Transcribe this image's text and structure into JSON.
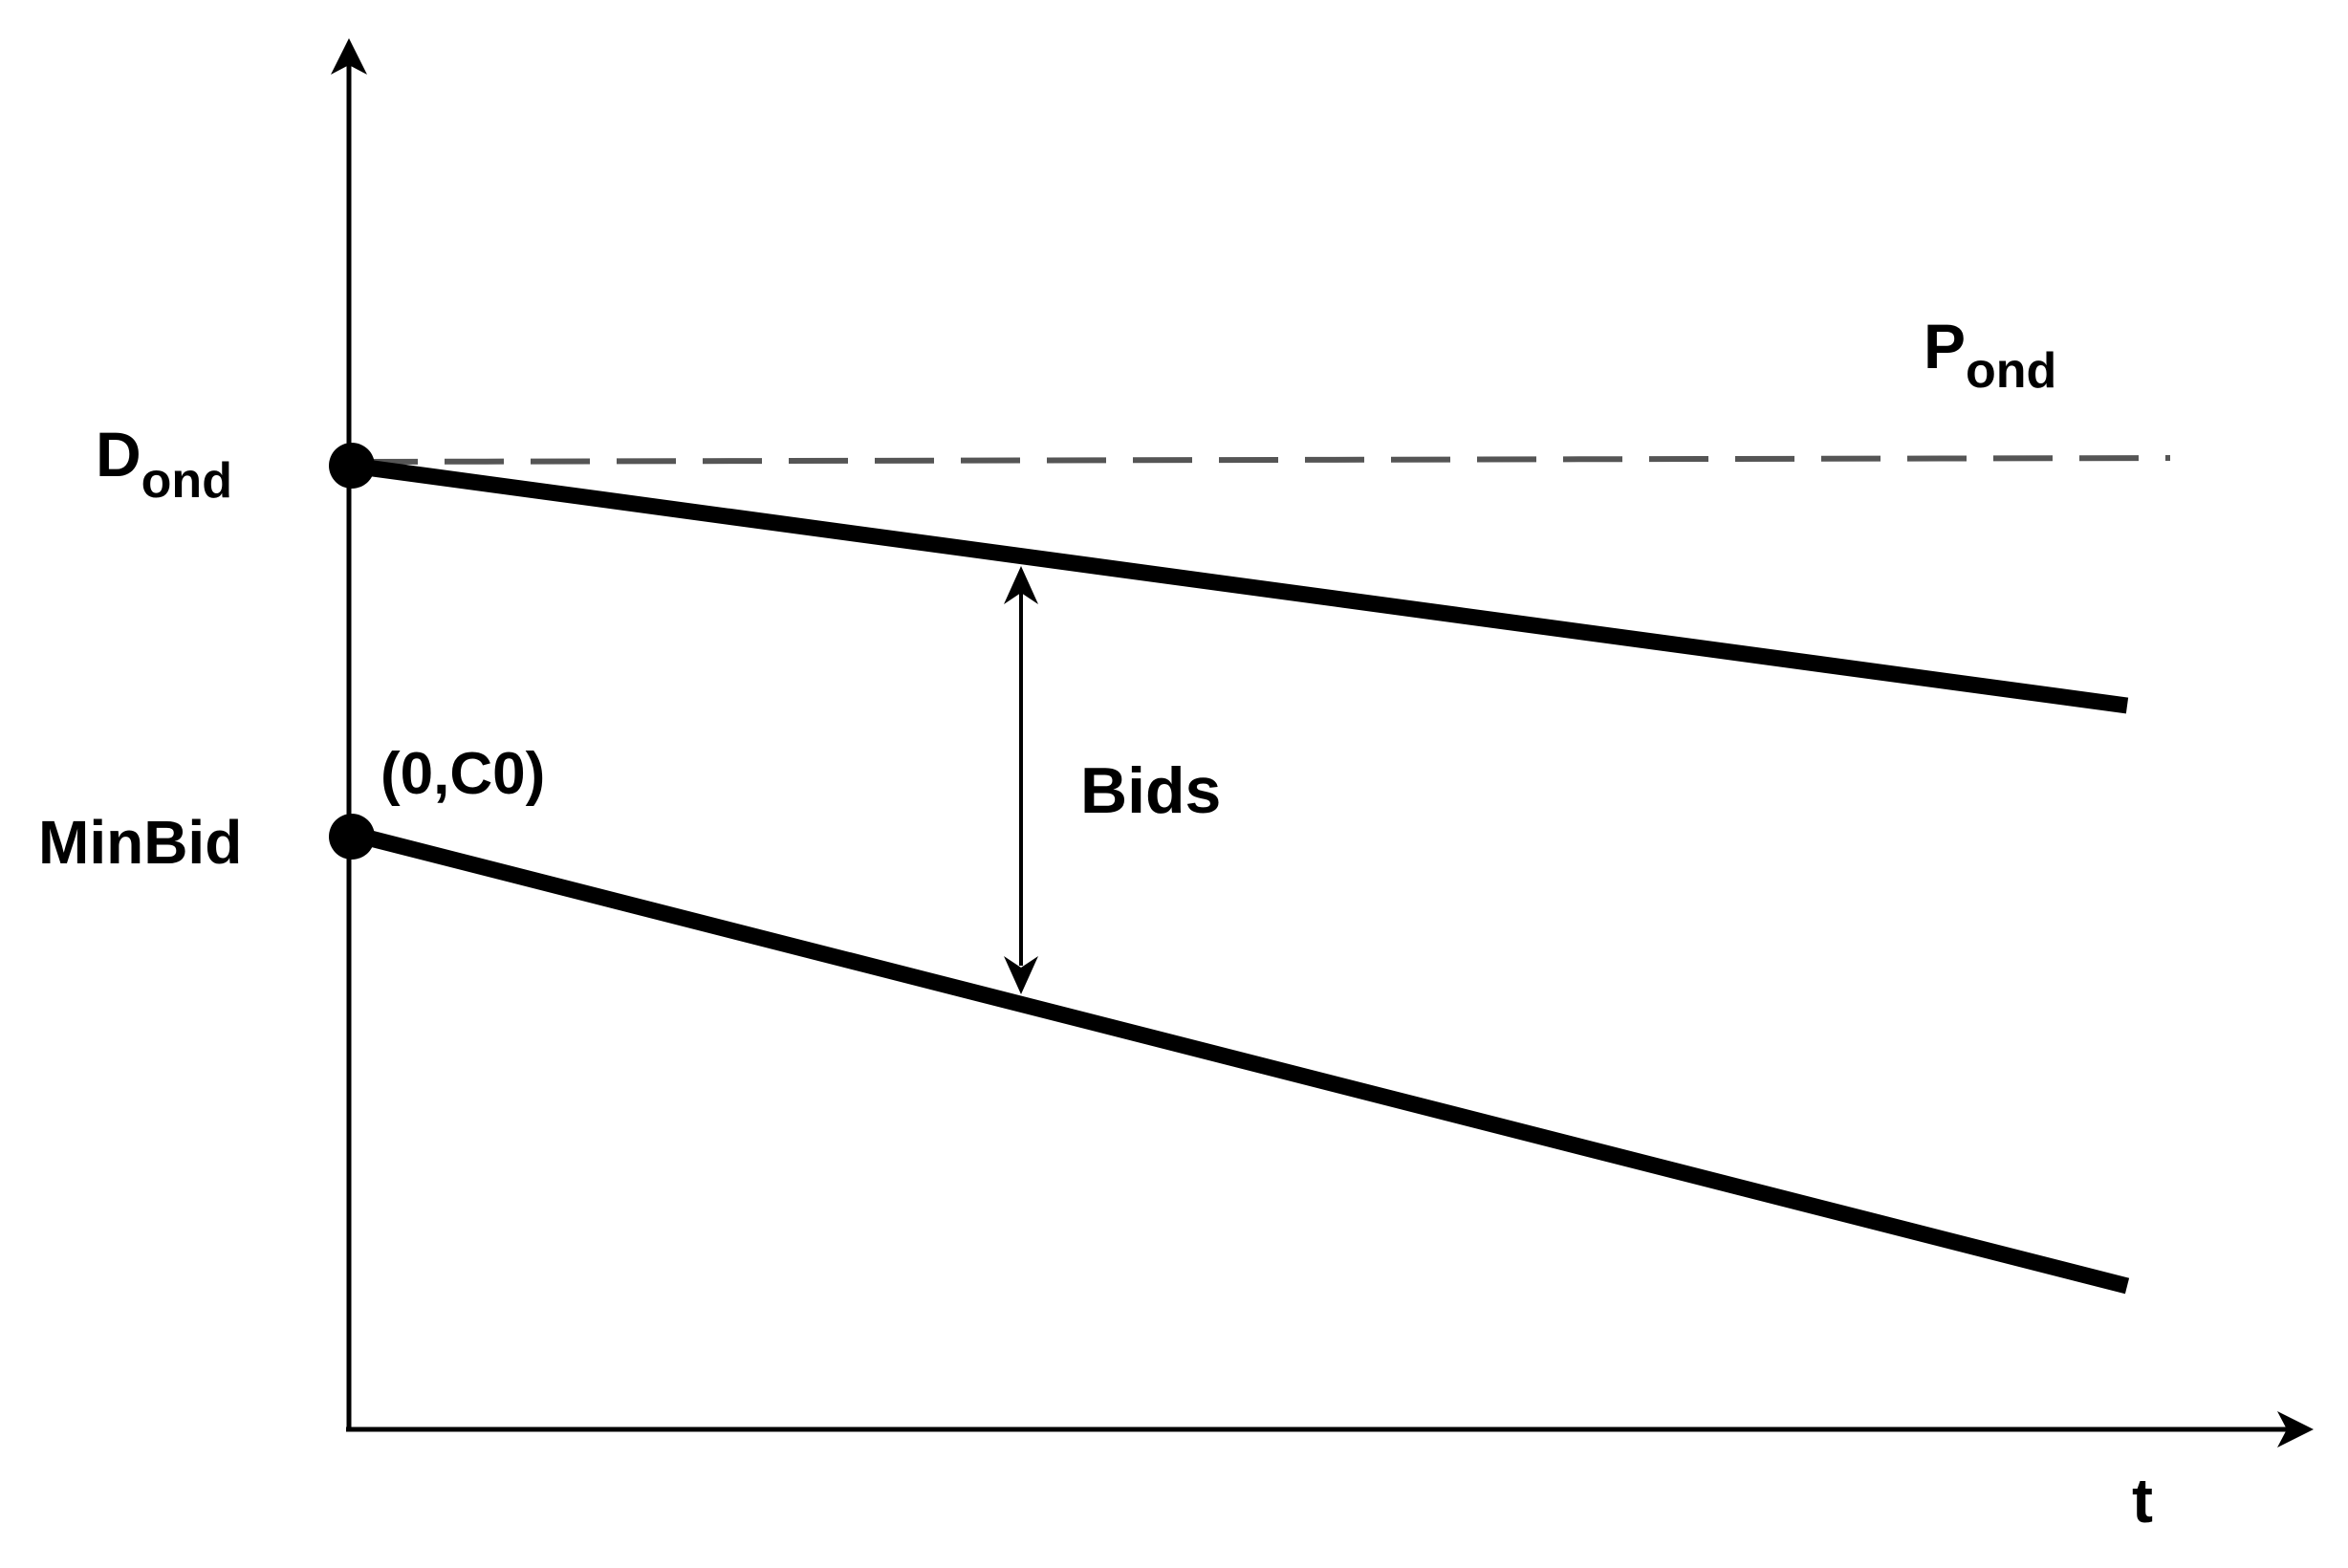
{
  "labels": {
    "d_main": "D",
    "d_sub": "ond",
    "p_main": "P",
    "p_sub": "ond",
    "min_bid": "MinBid",
    "point": "(0,C0)",
    "bids": "Bids",
    "t_axis": "t"
  },
  "colors": {
    "ink": "#000000",
    "dashed_line": "#555555",
    "background": "#ffffff"
  }
}
